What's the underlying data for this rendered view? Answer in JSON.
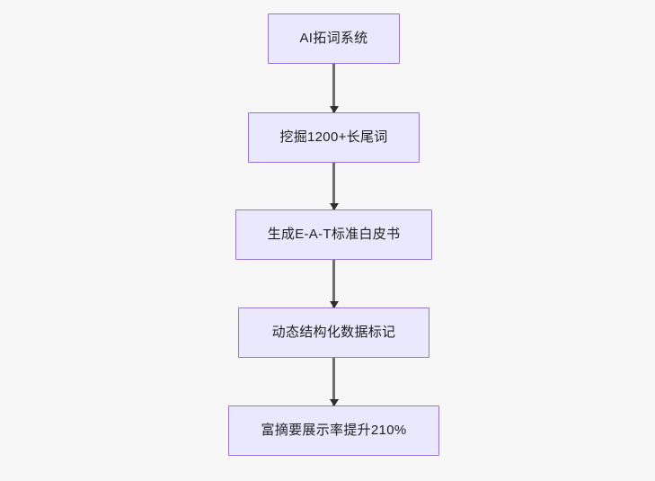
{
  "diagram": {
    "type": "flowchart",
    "orientation": "top-to-bottom",
    "background_color": "#f7f7f7",
    "node_fill_color": "#eae8fc",
    "node_border_color": "#9575d4",
    "node_text_color": "#1f2020",
    "edge_color": "#6e6e6e",
    "arrowhead_color": "#2f2f2f",
    "nodes": [
      {
        "id": "n1",
        "label": "AI拓词系统"
      },
      {
        "id": "n2",
        "label": "挖掘1200+长尾词"
      },
      {
        "id": "n3",
        "label": "生成E-A-T标准白皮书"
      },
      {
        "id": "n4",
        "label": "动态结构化数据标记"
      },
      {
        "id": "n5",
        "label": "富摘要展示率提升210%"
      }
    ],
    "edges": [
      {
        "id": "e1",
        "from": "n1",
        "to": "n2",
        "label": ""
      },
      {
        "id": "e2",
        "from": "n2",
        "to": "n3",
        "label": ""
      },
      {
        "id": "e3",
        "from": "n3",
        "to": "n4",
        "label": ""
      },
      {
        "id": "e4",
        "from": "n4",
        "to": "n5",
        "label": ""
      }
    ]
  }
}
